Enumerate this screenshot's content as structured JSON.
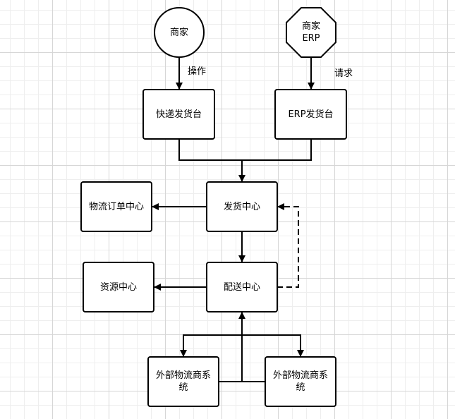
{
  "nodes": {
    "merchant": "商家",
    "merchant_erp": "商家\nERP",
    "express_console": "快递发货台",
    "erp_console": "ERP发货台",
    "shipping_center": "发货中心",
    "logistics_order_center": "物流订单中心",
    "delivery_center": "配送中心",
    "resource_center": "资源中心",
    "external_logistics_left": "外部物流商系统",
    "external_logistics_right": "外部物流商系统"
  },
  "edge_labels": {
    "operate": "操作",
    "request": "请求"
  }
}
